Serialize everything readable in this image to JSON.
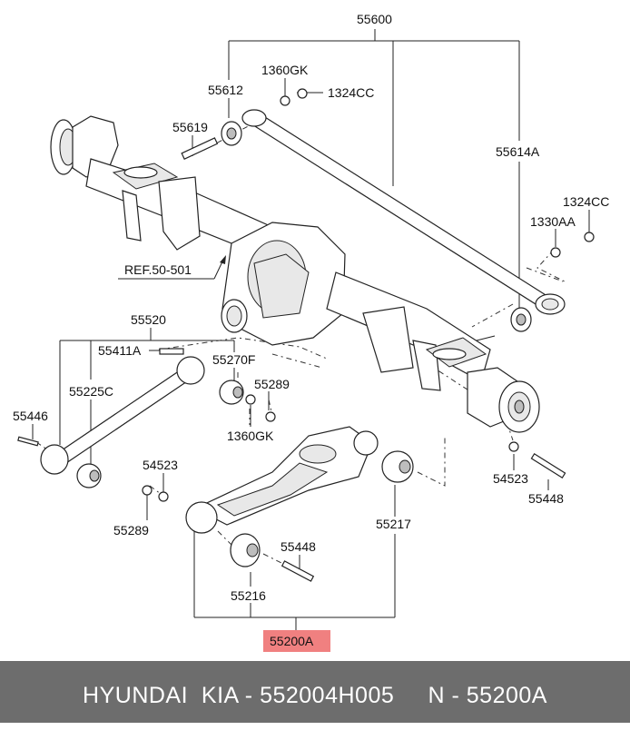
{
  "labels": {
    "l55600": "55600",
    "l55612": "55612",
    "l1360gk_top": "1360GK",
    "l1324cc_top": "1324CC",
    "l55619": "55619",
    "l55614a": "55614A",
    "l1324cc_right": "1324CC",
    "l1330aa": "1330AA",
    "ref": "REF.50-501",
    "l55520": "55520",
    "l55411a": "55411A",
    "l55270f": "55270F",
    "l55225c": "55225C",
    "l55289_upper": "55289",
    "l55446": "55446",
    "l1360gk_mid": "1360GK",
    "l54523_left": "54523",
    "l55289_lower": "55289",
    "l55448_mid": "55448",
    "l55216": "55216",
    "l55217": "55217",
    "l54523_right": "54523",
    "l55448_right": "55448",
    "l55200a": "55200A"
  },
  "colors": {
    "highlight": "#f08080",
    "footer_bg": "#6d6d6d",
    "footer_text": "#ffffff"
  },
  "footer": {
    "text": "HYUNDAI  KIA - 552004H005     N - 55200A"
  }
}
